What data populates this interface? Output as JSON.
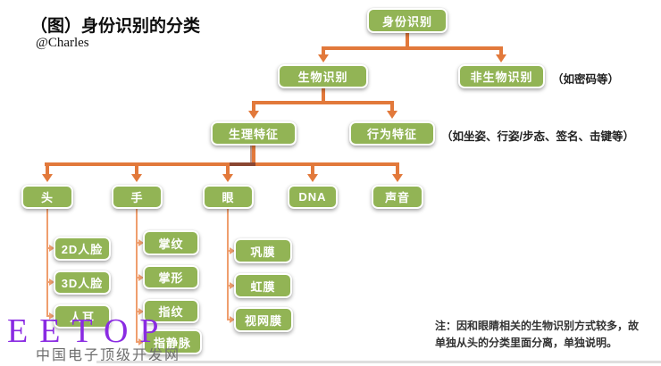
{
  "title": "（图）身份识别的分类",
  "author": "@Charles",
  "nodes": {
    "root": "身份识别",
    "bio": "生物识别",
    "nonbio": "非生物识别",
    "physio": "生理特征",
    "behavior": "行为特征",
    "head": "头",
    "hand": "手",
    "eye": "眼",
    "dna": "DNA",
    "voice": "声音",
    "face2d": "2D人脸",
    "face3d": "3D人脸",
    "ear": "人耳",
    "palm_print": "掌纹",
    "palm_shape": "掌形",
    "fingerprint": "指纹",
    "finger_vein": "指静脉",
    "sclera": "巩膜",
    "iris": "虹膜",
    "retina": "视网膜"
  },
  "annotations": {
    "nonbio_note": "（如密码等）",
    "behavior_note": "（如坐姿、行姿/步态、签名、击键等）",
    "footnote_line1": "注：因和眼睛相关的生物识别方式较多，故",
    "footnote_line2": "单独从头的分类里面分离，单独说明。"
  },
  "logo": {
    "text": "EETOP",
    "subtitle": "中国电子顶级开发网"
  },
  "colors": {
    "node_green": "#92b455",
    "connector_orange": "#e2793b",
    "connector_light": "#ef9e6e",
    "logo_purple": "#8a2be2",
    "baseline_gray": "#dedede"
  }
}
